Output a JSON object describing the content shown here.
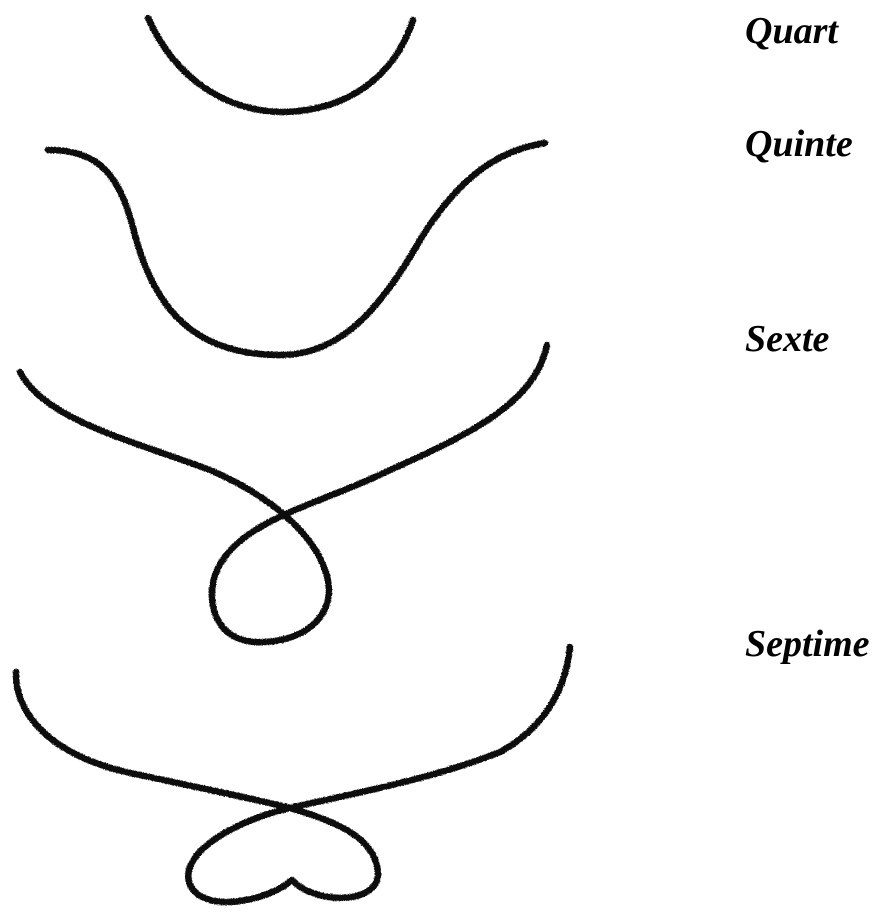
{
  "figure": {
    "labels": {
      "quart": "Quart",
      "quinte": "Quinte",
      "sexte": "Sexte",
      "septime": "Septime"
    }
  }
}
